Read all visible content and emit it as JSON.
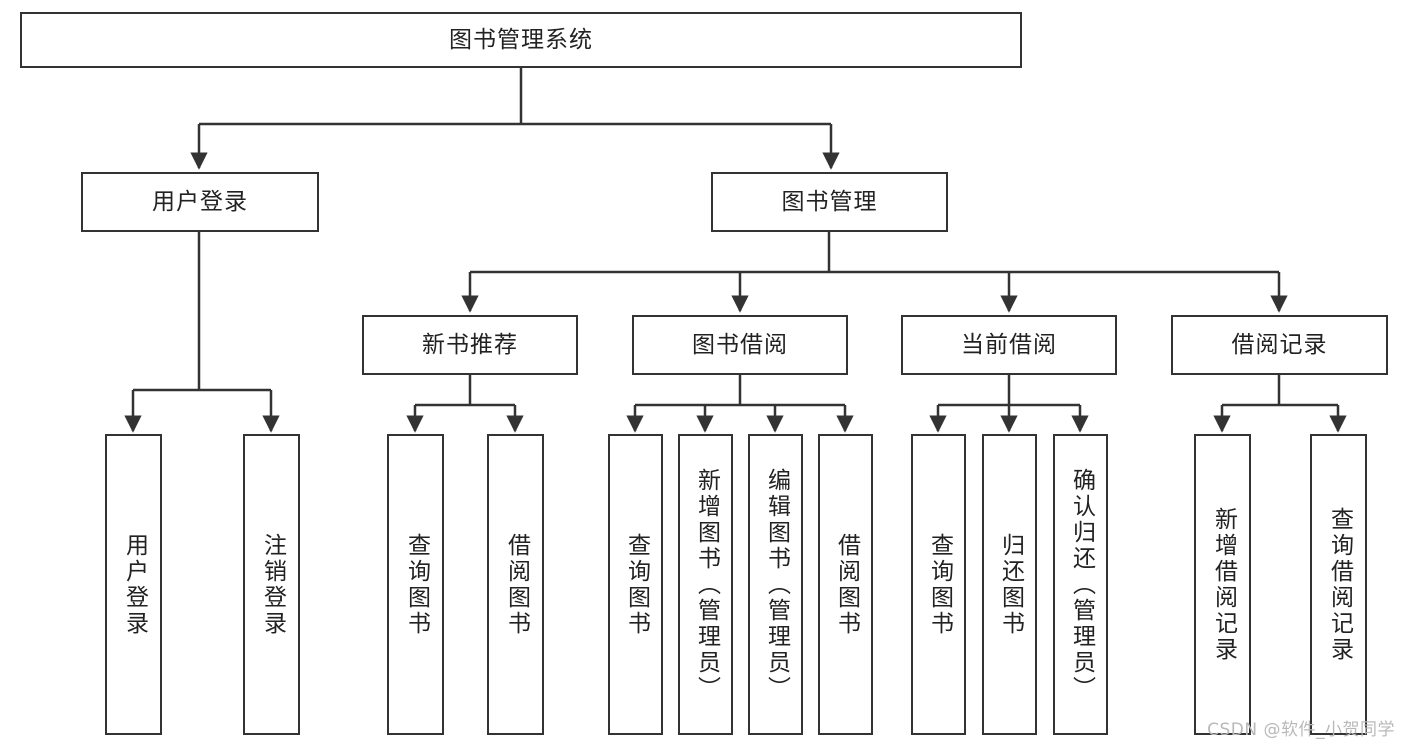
{
  "diagram": {
    "title": "图书管理系统",
    "type": "tree",
    "watermark": "CSDN @软件_小贺同学",
    "stroke_color": "#333333",
    "background_color": "#ffffff",
    "text_color": "#222222"
  },
  "nodes": {
    "root": {
      "label": "图书管理系统"
    },
    "level2": [
      {
        "label": "用户登录"
      },
      {
        "label": "图书管理"
      }
    ],
    "level3": [
      {
        "label": "新书推荐"
      },
      {
        "label": "图书借阅"
      },
      {
        "label": "当前借阅"
      },
      {
        "label": "借阅记录"
      }
    ],
    "leaves_user_login": [
      {
        "label": "用户登录"
      },
      {
        "label": "注销登录"
      }
    ],
    "leaves_new_books": [
      {
        "label": "查询图书"
      },
      {
        "label": "借阅图书"
      }
    ],
    "leaves_borrow": [
      {
        "label": "查询图书"
      },
      {
        "label": "新增图书（管理员）"
      },
      {
        "label": "编辑图书（管理员）"
      },
      {
        "label": "借阅图书"
      }
    ],
    "leaves_current": [
      {
        "label": "查询图书"
      },
      {
        "label": "归还图书"
      },
      {
        "label": "确认归还（管理员）"
      }
    ],
    "leaves_records": [
      {
        "label": "新增借阅记录"
      },
      {
        "label": "查询借阅记录"
      }
    ]
  }
}
